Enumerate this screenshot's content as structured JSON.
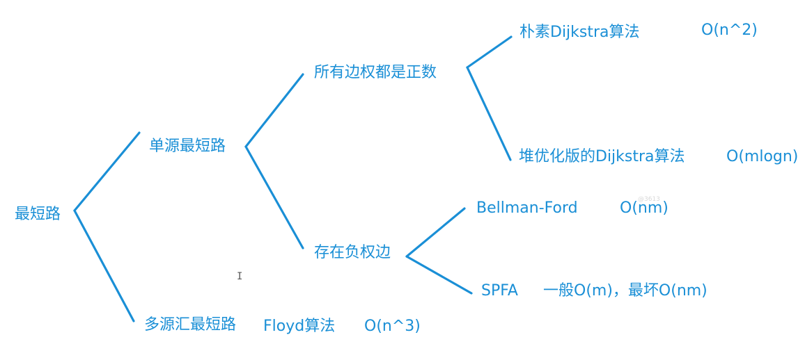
{
  "diagram": {
    "title": "",
    "nodes": {
      "root": "最短路",
      "single_source": "单源最短路",
      "multi_source": "多源汇最短路",
      "all_positive": "所有边权都是正数",
      "has_negative": "存在负权边",
      "naive_dijkstra": "朴素Dijkstra算法",
      "heap_dijkstra": "堆优化版的Dijkstra算法",
      "bellman_ford": "Bellman-Ford",
      "spfa": "SPFA",
      "floyd": "Floyd算法"
    },
    "complexities": {
      "naive_dijkstra": "O(n^2)",
      "heap_dijkstra": "O(mlogn)",
      "bellman_ford": "O(nm)",
      "spfa": "一般O(m)，最坏O(nm)",
      "floyd": "O(n^3)"
    },
    "edges": [
      [
        "root",
        "single_source"
      ],
      [
        "root",
        "multi_source"
      ],
      [
        "single_source",
        "all_positive"
      ],
      [
        "single_source",
        "has_negative"
      ],
      [
        "all_positive",
        "naive_dijkstra"
      ],
      [
        "all_positive",
        "heap_dijkstra"
      ],
      [
        "has_negative",
        "bellman_ford"
      ],
      [
        "has_negative",
        "spfa"
      ]
    ],
    "color": "#1a8fd6"
  },
  "overlay": {
    "cursor_glyph": "I",
    "watermark": "@3613"
  }
}
